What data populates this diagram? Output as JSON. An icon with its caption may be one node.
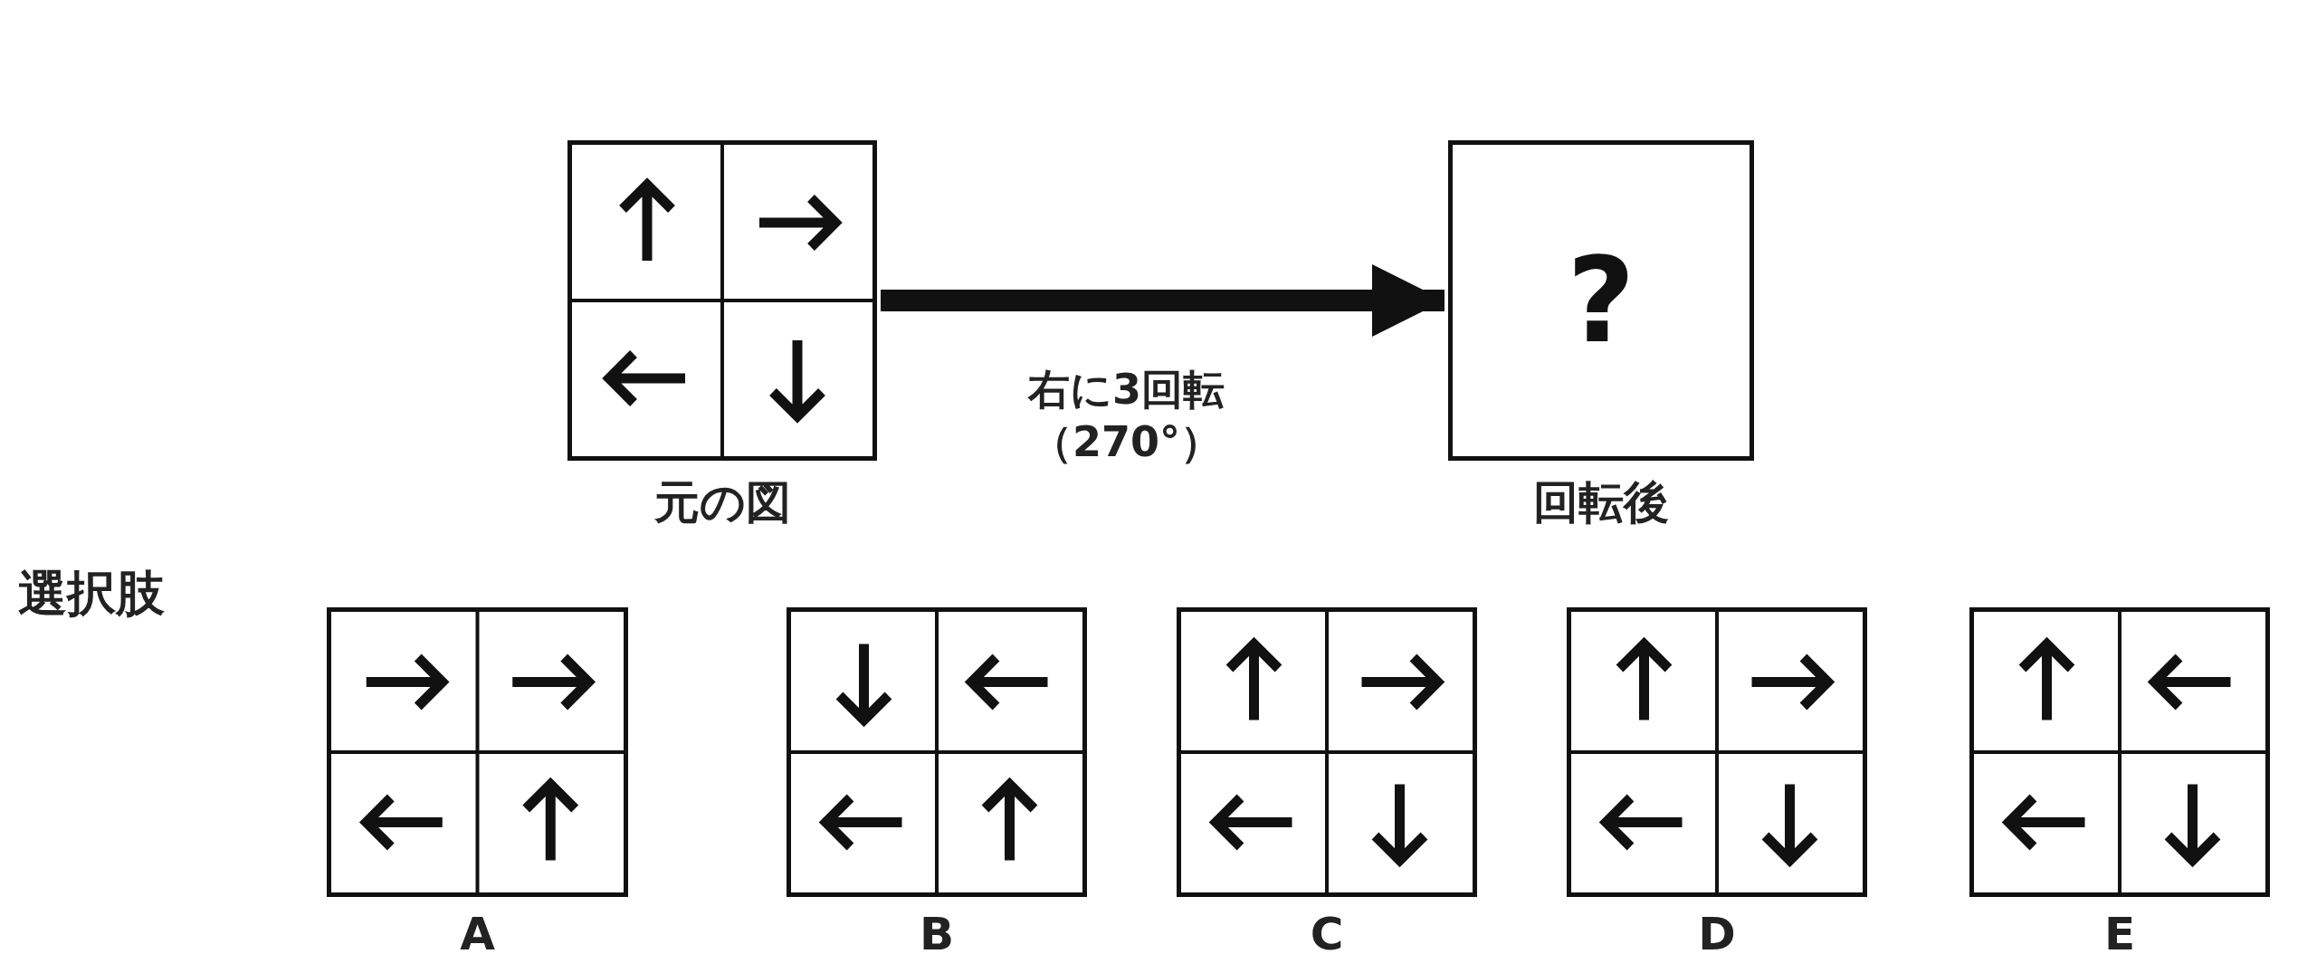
{
  "diagram": {
    "nodes": [
      {
        "text": [],
        "shape": "box",
        "beside": [
          "元の図"
        ]
      },
      {
        "text": [
          "?"
        ],
        "beside": [
          "回転後"
        ]
      },
      {
        "text": [],
        "shape": "box",
        "beside": [
          "A"
        ]
      },
      {
        "text": [],
        "shape": "box",
        "beside": [
          "B"
        ]
      },
      {
        "text": [],
        "shape": "box",
        "beside": [
          "C"
        ]
      },
      {
        "text": [],
        "shape": "box",
        "beside": [
          "D"
        ]
      },
      {
        "text": [],
        "shape": "box",
        "beside": [
          "E"
        ]
      }
    ],
    "edges": [
      {
        "from": 0,
        "to": 1,
        "arrow": "to",
        "label": "右に3回転（270°）"
      }
    ],
    "labels": [
      "選択肢"
    ]
  }
}
